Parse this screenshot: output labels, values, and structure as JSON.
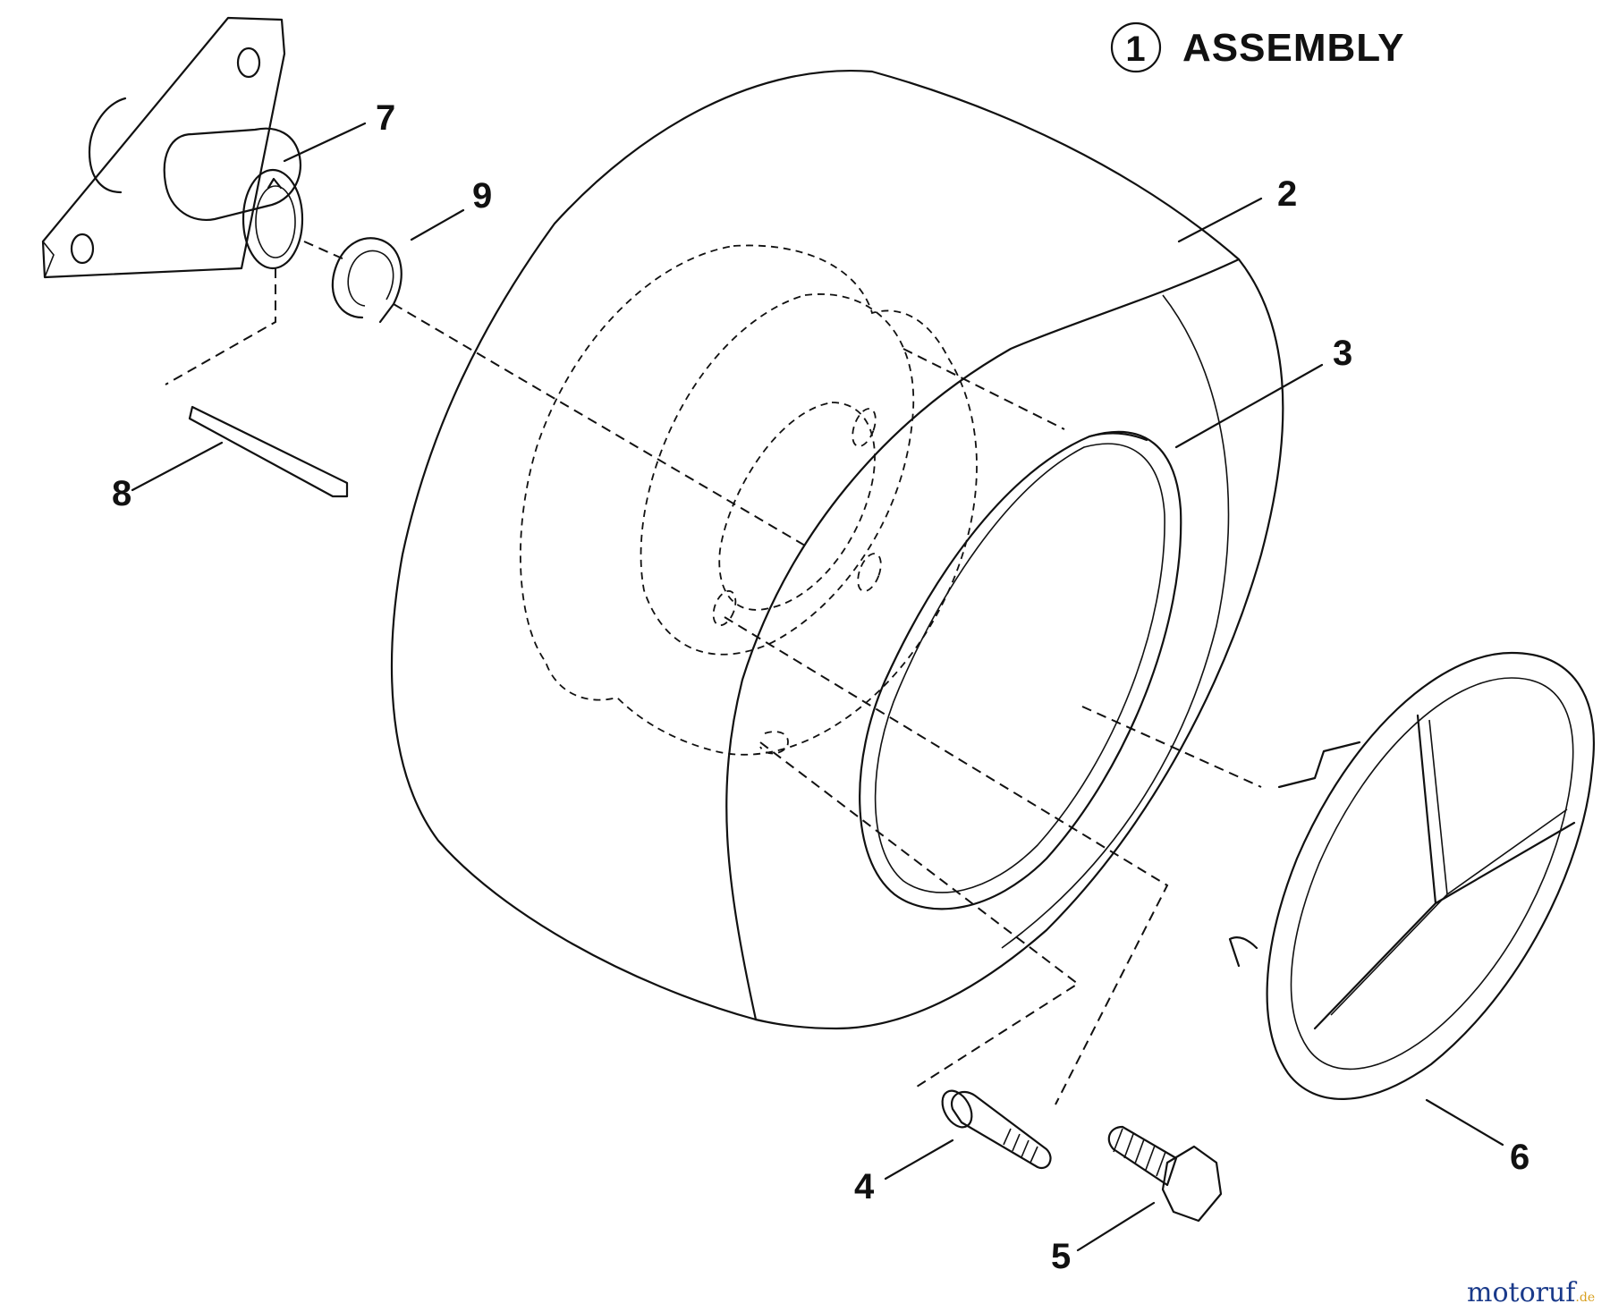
{
  "header": {
    "badge_number": "1",
    "title": "ASSEMBLY"
  },
  "callouts": {
    "c2": "2",
    "c3": "3",
    "c4": "4",
    "c5": "5",
    "c6": "6",
    "c7": "7",
    "c8": "8",
    "c9": "9"
  },
  "watermark": {
    "part1": "moto",
    "part2": "ruf",
    "suffix": ".de",
    "color_main": "#1a3a8a",
    "color_accent": "#d8a020"
  },
  "colors": {
    "line": "#111111",
    "background": "#ffffff"
  }
}
